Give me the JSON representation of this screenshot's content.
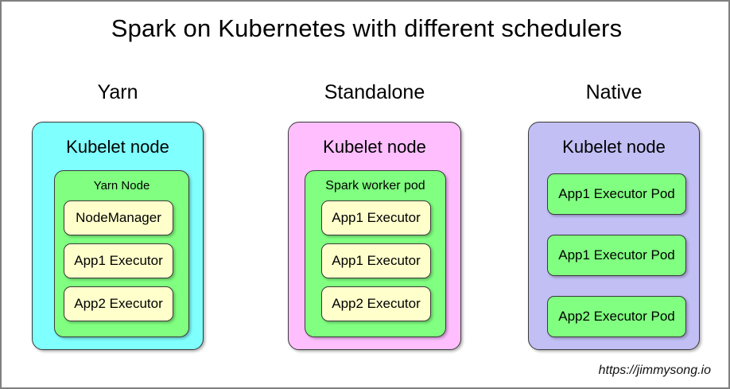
{
  "page": {
    "title": "Spark on Kubernetes with different schedulers",
    "footer": "https://jimmysong.io",
    "background": "#ffffff",
    "border_color": "#808080"
  },
  "colors": {
    "cyan": "#80ffff",
    "pink": "#ffbfff",
    "lavender": "#c2bff5",
    "green": "#80ff80",
    "yellow": "#ffffcc",
    "stroke": "#3a3a3a"
  },
  "columns": [
    {
      "header": "Yarn",
      "node_title": "Kubelet node",
      "node_color": "#80ffff",
      "inner": {
        "title": "Yarn Node",
        "color": "#80ff80",
        "items": [
          {
            "label": "NodeManager",
            "color": "#ffffcc"
          },
          {
            "label": "App1 Executor",
            "color": "#ffffcc"
          },
          {
            "label": "App2 Executor",
            "color": "#ffffcc"
          }
        ]
      }
    },
    {
      "header": "Standalone",
      "node_title": "Kubelet node",
      "node_color": "#ffbfff",
      "inner": {
        "title": "Spark worker pod",
        "color": "#80ff80",
        "items": [
          {
            "label": "App1 Executor",
            "color": "#ffffcc"
          },
          {
            "label": "App1 Executor",
            "color": "#ffffcc"
          },
          {
            "label": "App2 Executor",
            "color": "#ffffcc"
          }
        ]
      }
    },
    {
      "header": "Native",
      "node_title": "Kubelet node",
      "node_color": "#c2bff5",
      "inner": null,
      "items": [
        {
          "label": "App1 Executor Pod",
          "color": "#80ff80"
        },
        {
          "label": "App1 Executor Pod",
          "color": "#80ff80"
        },
        {
          "label": "App2 Executor Pod",
          "color": "#80ff80"
        }
      ]
    }
  ]
}
